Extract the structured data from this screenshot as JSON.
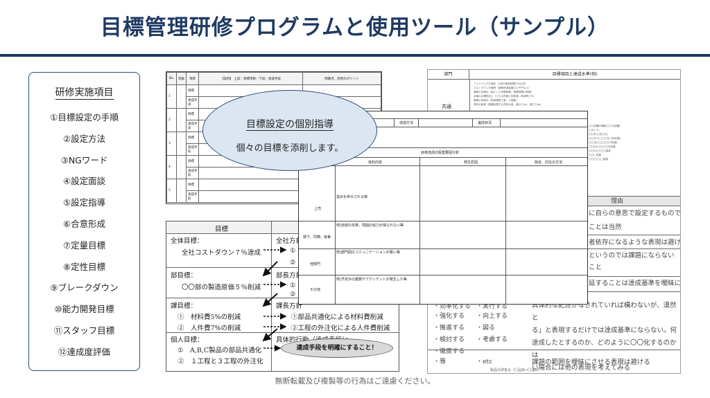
{
  "title": "目標管理研修プログラムと使用ツール（サンプル）",
  "sidebar": {
    "heading": "研修実施項目",
    "items": [
      "①目標設定の手順",
      "②設定方法",
      "③NGワード",
      "④設定面談",
      "⑤設定指導",
      "⑥合意形成",
      "⑦定量目標",
      "⑧定性目標",
      "⑨ブレークダウン",
      "⑩能力開発目標",
      "⑪スタッフ目標",
      "⑫達成度評価"
    ]
  },
  "bubble": {
    "title": "目標設定の個別指導",
    "body": "個々の目標を添削します。"
  },
  "docA": {
    "headers": [
      "No.",
      "等級",
      "項目",
      "【案例】 上段：目標項目／下段：達成手段",
      "問題点、改善のポイント"
    ],
    "rows": [
      {
        "no": "1",
        "r1": "目標",
        "r2": "達成手段"
      },
      {
        "no": "2",
        "r1": "目標",
        "r2": "達成手段"
      },
      {
        "no": "3",
        "r1": "目標",
        "r2": "達成手段"
      },
      {
        "no": "4",
        "r1": "目標",
        "r2": "達成手段"
      },
      {
        "no": "5",
        "r1": "目標",
        "r2": "達成手段"
      }
    ]
  },
  "docB": {
    "header_left": "部門",
    "header_right": "目標項目と達成水準(例)",
    "kyotsu": "共通",
    "notes": [
      "ファイリングの強化（1回の検索時間〇分以内）",
      "コストダウンの徹底（経費削減金額〇〇千円以上）",
      "事務の迅速化（減少した残業時間、残業時間〇時間）",
      "会議の正確性向上（〇〇の件数〇件削減、削減率〇%）",
      "事務の効率化（削減事務工数、人員数）",
      "資料の削減（廃棄処理する資料の量、縮小〇cm、重さ〇kg）"
    ],
    "right_notes": [
      "〇〇店舗の開設(〇〇の設置)",
      "に対して)",
      "〇〇を(〇月〇日)",
      "〇〇までに(〇〇を〇件処理)",
      "(〇〇を〇〇(〇〇)で削減)",
      "〇〇の(〇〇〇〇)を改善",
      "〇〇の(〇〇〇)達成",
      "〇〇に変更",
      "〇〇(〇〇に)実施"
    ],
    "reason_header": "理由",
    "reasons": [
      "に自らの意思で設定するもので",
      "ことは当然",
      "者依存になるような表現は避け",
      "というのでは課題にならない",
      "こと",
      "延することは達成基準を曖昧に"
    ],
    "verbs_left": [
      "・強化する",
      "・推進する",
      "・検討する",
      "・徹底する"
    ],
    "verbs_right": [
      "・向上する",
      "・図る",
      "・考慮する"
    ],
    "cut_top_left": "・効率化する",
    "cut_top_right": "・実行する",
    "long_reasons": [
      "具体的な記述がなされていれば構わないが、漠然と",
      "る」と表現するだけでは達成基準にならない。何",
      "達成したとするのか、どのように〇〇化するのかは",
      "い場合には他の表現を考えてみる"
    ],
    "etc_left": "・等",
    "etc_right": "・etc",
    "etc_reason": "課題の範囲を曖昧にさせる表現は避ける",
    "footer_note": "製品の改善合（〇品目→〇品目）"
  },
  "docC": {
    "header_left": "目標",
    "header_right": "方",
    "zentai_label": "全体目標：",
    "zentai_value": "全社コストダウン７％達成",
    "zentai_method": "全社方針",
    "bu_label": "部目標：",
    "bu_value": "〇〇部の製造原価５％削減",
    "bu_method": "部長方針",
    "ka_label": "課目標：",
    "ka_item1": "①　材料費5%の削減",
    "ka_item2": "②　人件費7%の削減",
    "ka_method": "課長方針",
    "ka_plan1": "①部品共通化による材料費削減",
    "ka_plan2": "②工程の外注化による人件費削減",
    "kojin_label": "個人目標：",
    "kojin_item1": "①　A,B,C製品の部品共通化",
    "kojin_item2": "②　１工程と３工程の外注化",
    "kojin_method": "具体的行動（達成手段）：",
    "marker_1": "①",
    "marker_2": "②"
  },
  "docD": {
    "field_method": "達成方法",
    "field_status": "進捗状況",
    "analysis_title": "目標達成の阻害要因分析",
    "col1": "体的内容",
    "col2": "発生原因",
    "col3": "除去、対応の方法",
    "row_top": "指示を命令される等",
    "row_boss": "上司",
    "row_sub": "部下、同僚、後輩",
    "row_sub_ex": "例)自部の本務、周囲の協力が得られない等",
    "row_other": "他部門",
    "row_other_ex": "例)部門間のコミュニケーションが悪い等",
    "row_misc": "その他",
    "row_misc_ex": "例)予定外の業務やアクシデントが発生した等"
  },
  "mini_oval": "達成手段を明確にすること！",
  "footer": "無断転載及び複製等の行為はご遠慮ください。"
}
